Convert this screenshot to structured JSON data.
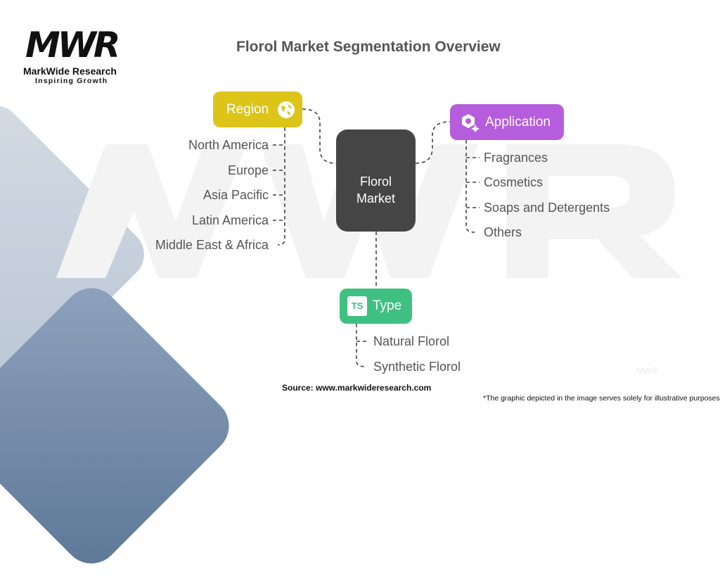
{
  "logo": {
    "mark": "MWR",
    "name": "MarkWide Research",
    "tagline": "Inspiring Growth"
  },
  "title": "Florol Market Segmentation Overview",
  "center": {
    "line1": "Florol",
    "line2": "Market",
    "color": "#454545"
  },
  "watermark": "MWR",
  "segments": {
    "region": {
      "label": "Region",
      "icon": "globe-icon",
      "color": "#dcc419",
      "items": [
        "North America",
        "Europe",
        "Asia Pacific",
        "Latin America",
        "Middle East & Africa"
      ]
    },
    "application": {
      "label": "Application",
      "icon": "sparkle-search-icon",
      "color": "#b55ddd",
      "items": [
        "Fragrances",
        "Cosmetics",
        "Soaps and Detergents",
        "Others"
      ]
    },
    "type": {
      "label": "Type",
      "icon_text": "TS",
      "icon": "ts-badge-icon",
      "color": "#3fc083",
      "items": [
        "Natural Florol",
        "Synthetic Florol"
      ]
    }
  },
  "footer": {
    "source": "Source: www.markwideresearch.com",
    "note": "*The graphic depicted in the image serves solely for illustrative purposes"
  }
}
